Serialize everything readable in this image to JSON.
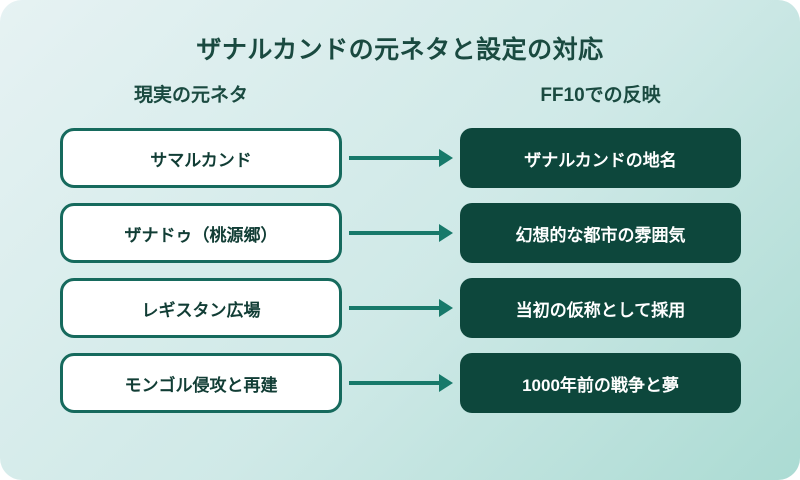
{
  "title": "ザナルカンドの元ネタと設定の対応",
  "columns": {
    "left": "現実の元ネタ",
    "right": "FF10での反映"
  },
  "rows": [
    {
      "source": "サマルカンド",
      "target": "ザナルカンドの地名"
    },
    {
      "source": "ザナドゥ（桃源郷）",
      "target": "幻想的な都市の雰囲気"
    },
    {
      "source": "レギスタン広場",
      "target": "当初の仮称として採用"
    },
    {
      "source": "モンゴル侵攻と再建",
      "target": "1000年前の戦争と夢"
    }
  ],
  "icons": [
    {
      "name": "arrow-right-icon",
      "shape": "horizontal line with solid triangle head",
      "color": "#17796a"
    }
  ],
  "colors": {
    "background_gradient_start": "#e6f2f3",
    "background_gradient_end": "#abdbd3",
    "heading_text": "#1a4a40",
    "source_box_border": "#166a5d",
    "source_box_text": "#113d35",
    "target_box_background": "#0d473c",
    "target_box_text": "#ffffff",
    "arrow": "#17796a"
  }
}
